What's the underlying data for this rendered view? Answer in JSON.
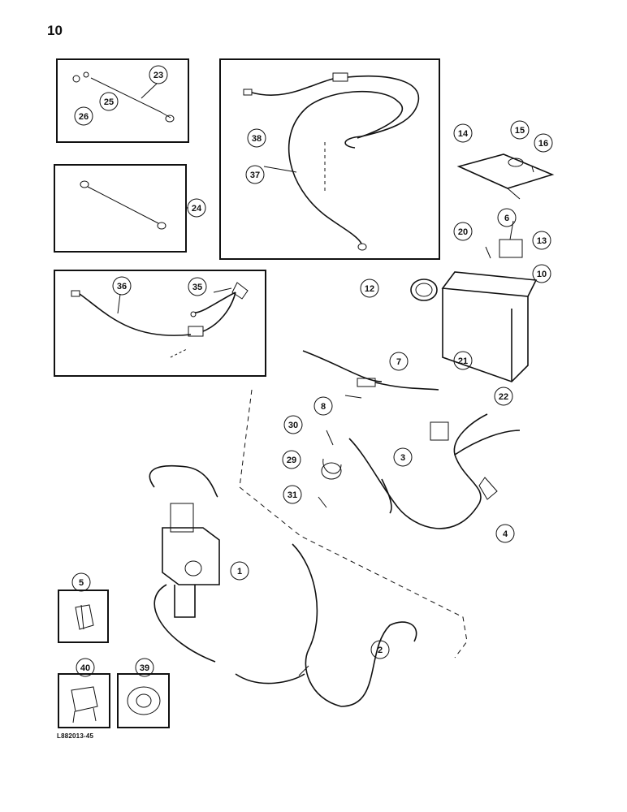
{
  "page_number": "10",
  "figure_code": "L882013-45",
  "callouts": [
    {
      "id": "1",
      "label": "1"
    },
    {
      "id": "2",
      "label": "2"
    },
    {
      "id": "3",
      "label": "3"
    },
    {
      "id": "4",
      "label": "4"
    },
    {
      "id": "5",
      "label": "5"
    },
    {
      "id": "6",
      "label": "6"
    },
    {
      "id": "7",
      "label": "7"
    },
    {
      "id": "8",
      "label": "8"
    },
    {
      "id": "10",
      "label": "10"
    },
    {
      "id": "12",
      "label": "12"
    },
    {
      "id": "13",
      "label": "13"
    },
    {
      "id": "14",
      "label": "14"
    },
    {
      "id": "15",
      "label": "15"
    },
    {
      "id": "16",
      "label": "16"
    },
    {
      "id": "20",
      "label": "20"
    },
    {
      "id": "21",
      "label": "21"
    },
    {
      "id": "22",
      "label": "22"
    },
    {
      "id": "23",
      "label": "23"
    },
    {
      "id": "24",
      "label": "24"
    },
    {
      "id": "25",
      "label": "25"
    },
    {
      "id": "26",
      "label": "26"
    },
    {
      "id": "29",
      "label": "29"
    },
    {
      "id": "30",
      "label": "30"
    },
    {
      "id": "31",
      "label": "31"
    },
    {
      "id": "35",
      "label": "35"
    },
    {
      "id": "36",
      "label": "36"
    },
    {
      "id": "37",
      "label": "37"
    },
    {
      "id": "38",
      "label": "38"
    },
    {
      "id": "39",
      "label": "39"
    },
    {
      "id": "40",
      "label": "40"
    }
  ]
}
